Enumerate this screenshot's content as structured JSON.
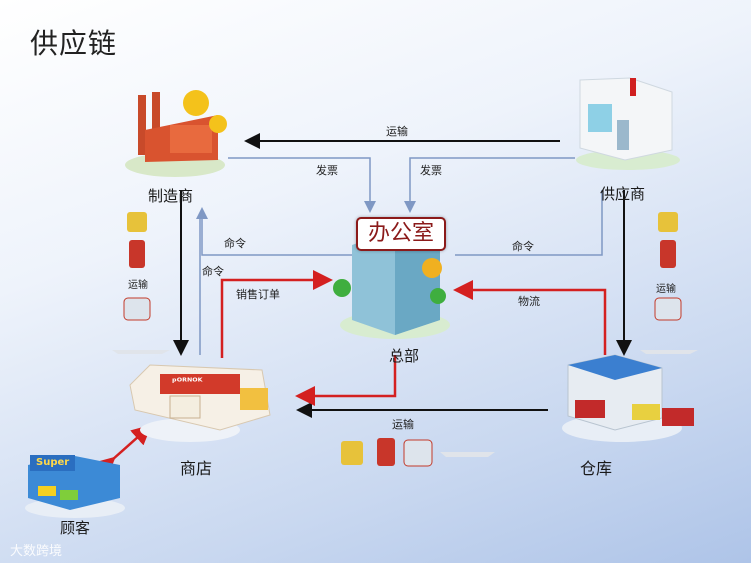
{
  "title": "供应链",
  "nodes": {
    "manufacturer": "制造商",
    "supplier": "供应商",
    "office_badge": "办公室",
    "headquarters": "总部",
    "store": "商店",
    "warehouse": "仓库",
    "customer": "顾客"
  },
  "edges": {
    "supplier_to_manufacturer": "运输",
    "invoice_left": "发票",
    "invoice_right": "发票",
    "command_left_top": "命令",
    "command_left_side": "命令",
    "command_right": "命令",
    "sales_order": "销售订单",
    "logistics": "物流",
    "transport_left": "运输",
    "transport_right": "运输",
    "transport_bottom": "运输"
  },
  "store_sign": "ᵖᴼᴿᴺᴼᴷ",
  "supermarket_sign": "Super",
  "watermark": "大数跨境",
  "colors": {
    "black_arrow": "#111111",
    "red_arrow": "#d42020",
    "blue_line": "#7f98c4"
  }
}
